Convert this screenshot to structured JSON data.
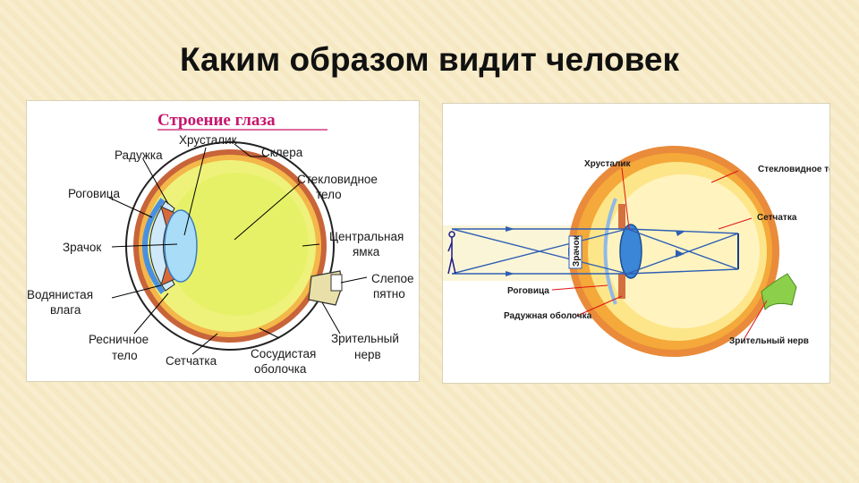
{
  "slide": {
    "title": "Каким образом видит человек"
  },
  "left_diagram": {
    "title": "Строение глаза",
    "labels": {
      "lens": "Хрусталик",
      "iris": "Радужка",
      "sclera": "Склера",
      "cornea": "Роговица",
      "vitreous": "Стекловидное",
      "vitreous_2": "тело",
      "fovea": "Центральная",
      "fovea_2": "ямка",
      "pupil": "Зрачок",
      "blind_spot": "Слепое",
      "blind_spot_2": "пятно",
      "aqueous": "Водянистая",
      "aqueous_2": "влага",
      "ciliary": "Ресничное",
      "ciliary_2": "тело",
      "retina": "Сетчатка",
      "choroid": "Сосудистая",
      "choroid_2": "оболочка",
      "optic_nerve": "Зрительный",
      "optic_nerve_2": "нерв"
    }
  },
  "right_diagram": {
    "labels": {
      "lens": "Хрусталик",
      "vitreous": "Стекловидное тело",
      "retina": "Сетчатка",
      "pupil": "Зрачок",
      "cornea": "Роговица",
      "iris": "Радужная оболочка",
      "optic_nerve": "Зрительный нерв"
    }
  }
}
